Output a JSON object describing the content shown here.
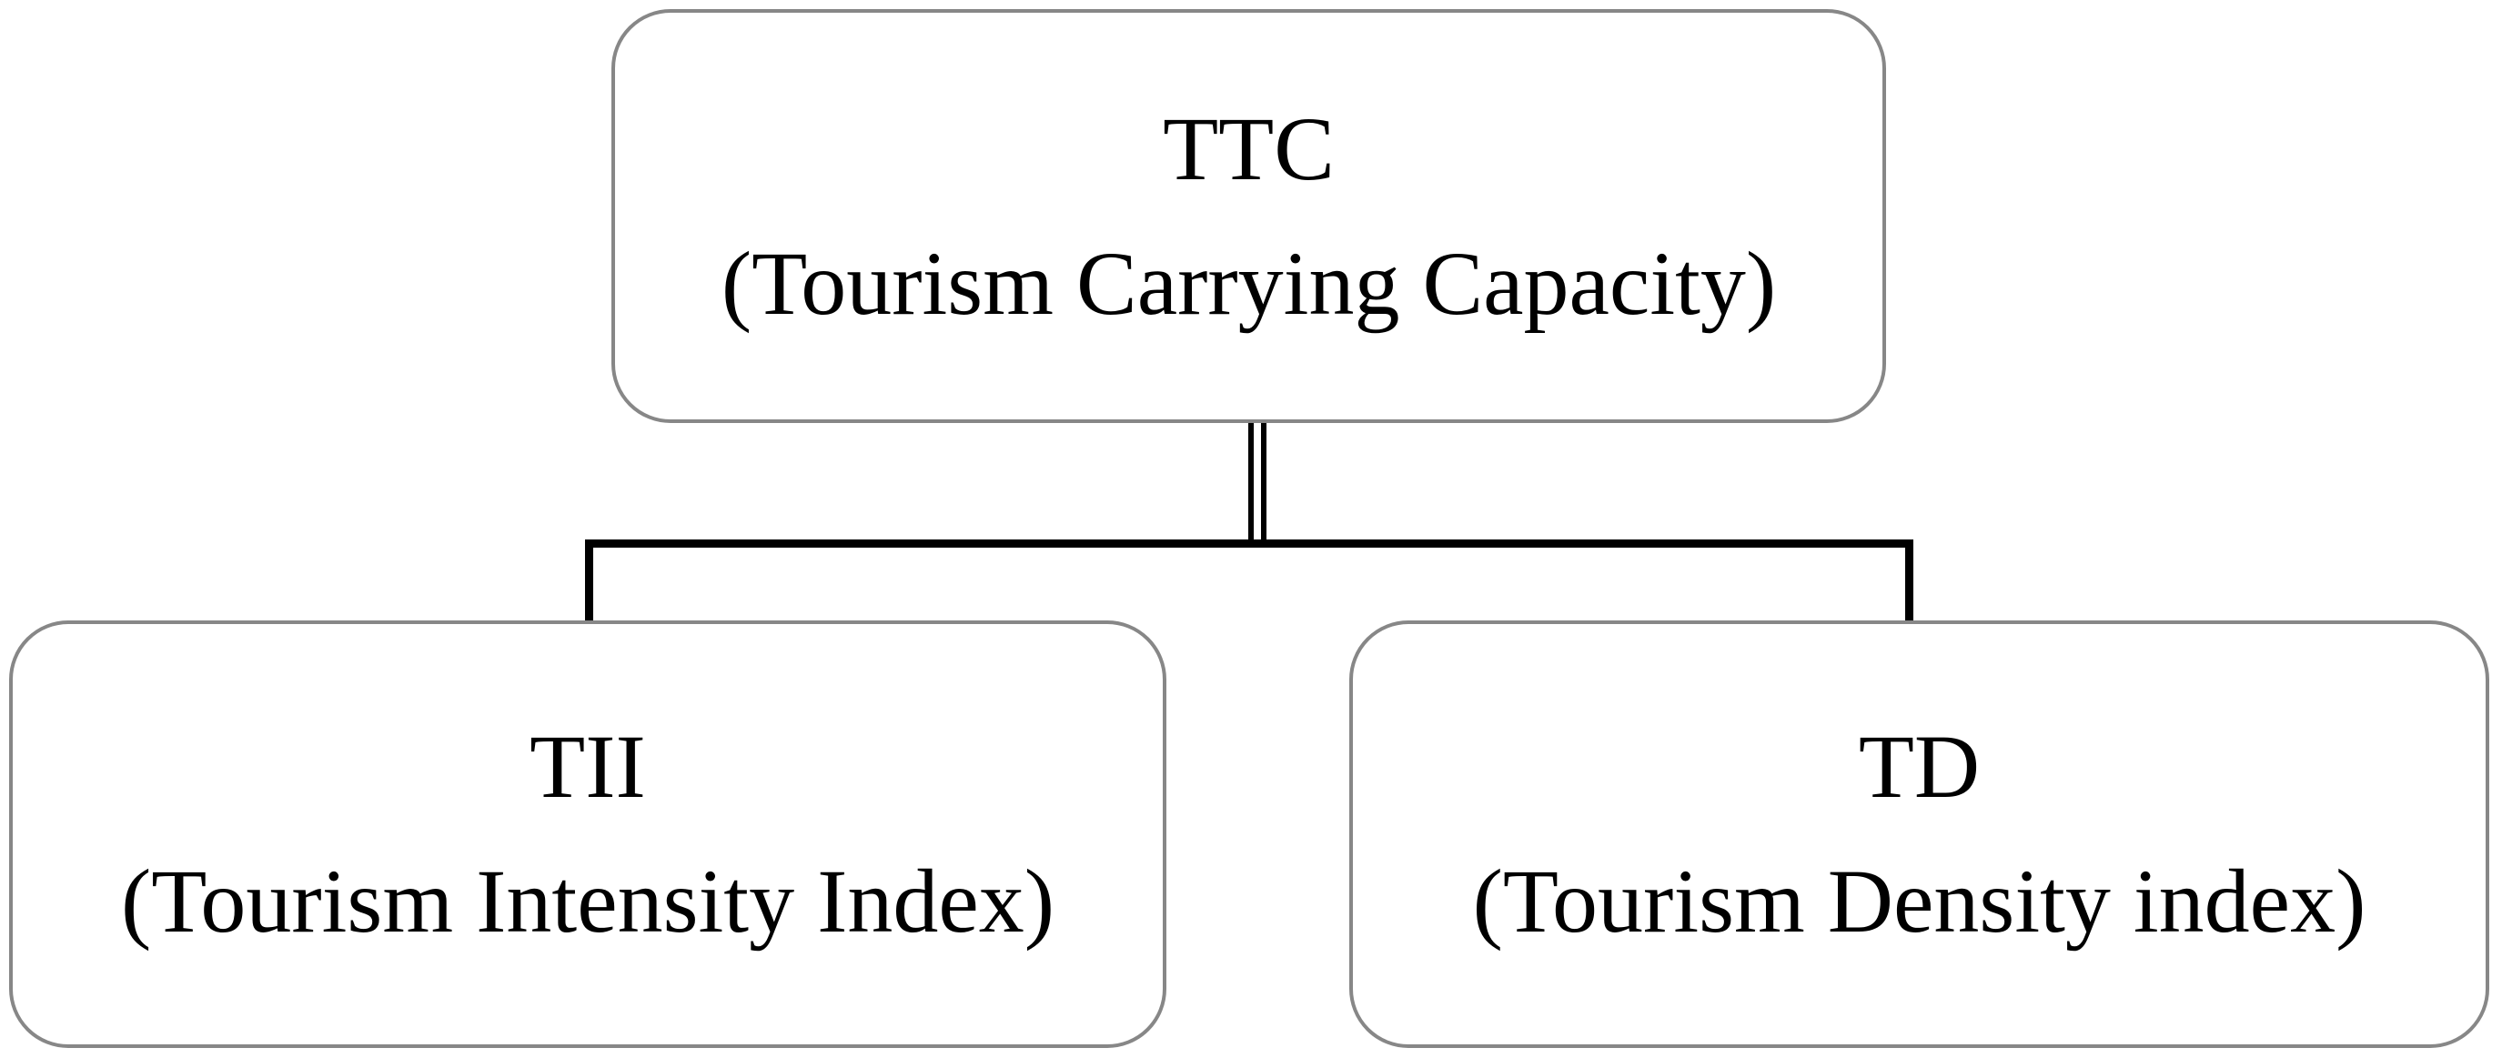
{
  "figure": {
    "type": "hierarchy-diagram",
    "colors": {
      "background": "#ffffff",
      "connector_line": "#000000",
      "box_border": "#878787",
      "text": "#000000"
    },
    "root": {
      "abbr": "TTC",
      "name": "(Tourism Carrying Capacity)"
    },
    "children": [
      {
        "abbr": "TII",
        "name": "(Tourism Intensity Index)"
      },
      {
        "abbr": "TD",
        "name": "(Tourism Density index)"
      }
    ]
  }
}
